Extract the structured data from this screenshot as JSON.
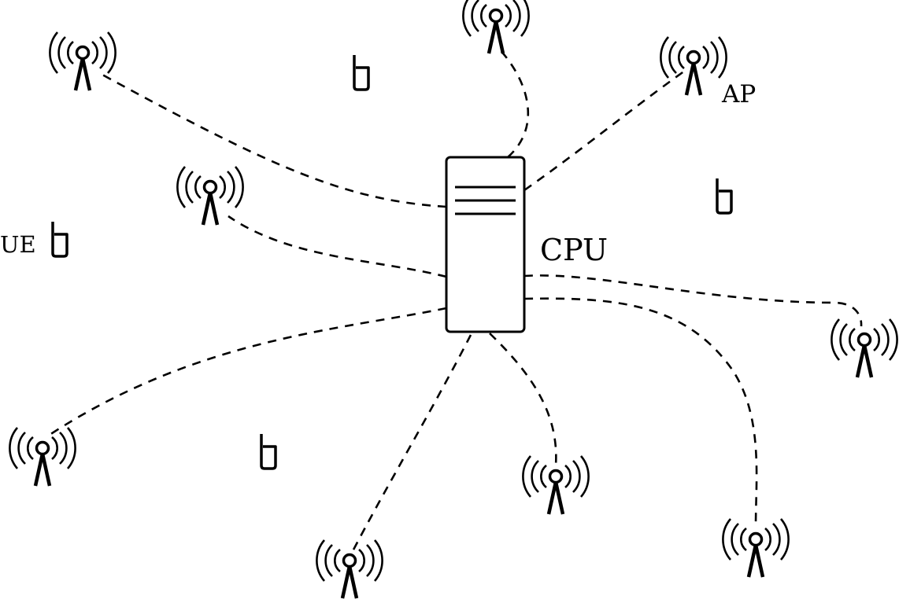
{
  "labels": {
    "cpu": "CPU",
    "ap": "AP",
    "ue": "UE"
  },
  "colors": {
    "stroke": "#000000",
    "background": "#ffffff"
  },
  "icons": [
    "cpu-server-icon",
    "antenna-icon",
    "mobile-phone-icon"
  ]
}
